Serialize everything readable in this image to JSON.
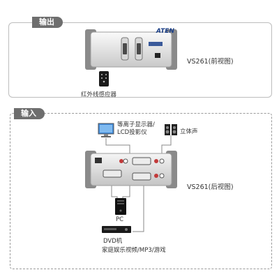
{
  "output_section": {
    "tag": "输出",
    "device_caption": "VS261(前视图)",
    "brand_logo": "ATEN",
    "remote_label": "红外线感应器"
  },
  "input_section": {
    "tag": "输入",
    "monitor_label": "等离子显示器/\nLCD投影仪",
    "speaker_label": "立体声",
    "device_caption": "VS261(后视图)",
    "pc_label": "PC",
    "dvd_label": "DVD机",
    "home_label": "家庭娱乐视频/MP3/游戏"
  }
}
